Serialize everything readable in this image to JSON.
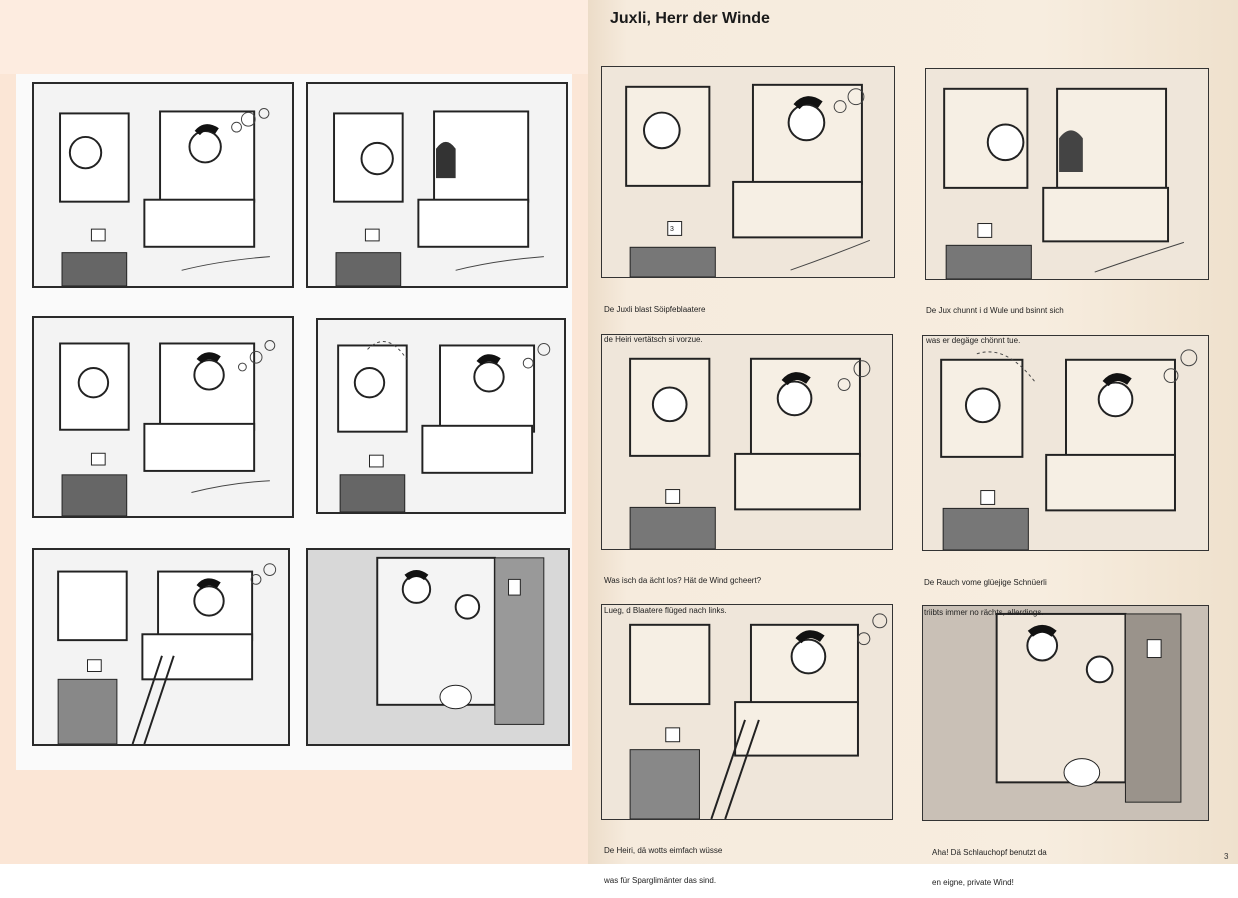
{
  "title": "Juxli, Herr der Winde",
  "house_number": "3",
  "page_number": "3",
  "captions": [
    [
      "De Juxli blast Söipfeblaatere",
      "de Heiri vertätsch si vorzue."
    ],
    [
      "De Jux chunnt i d Wule und bsinnt sich",
      "was er degäge chönnt tue."
    ],
    [
      "Was isch da ächt los? Hät de Wind gcheert?",
      "Lueg, d Blaatere flüged nach links."
    ],
    [
      "De Rauch vome glüejige Schnüerli",
      "triibts immer no rächts, allerdings."
    ],
    [
      "De Heiri, dä wotts eimfach wüsse",
      "was für Sparglimänter das sind."
    ],
    [
      "Aha! Dä Schlauchopf benutzt da",
      "en eigne, private Wind!"
    ]
  ]
}
